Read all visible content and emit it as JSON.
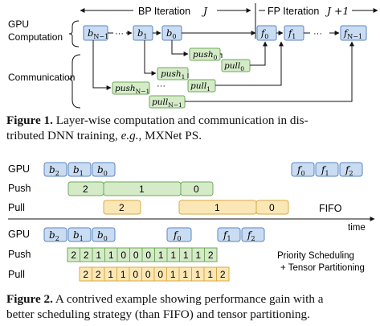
{
  "figure1": {
    "bp_label": "BP Iteration",
    "bp_var": "J",
    "fp_label": "FP Iteration",
    "fp_var": "J +1",
    "row_gpu": [
      "GPU",
      "Computation"
    ],
    "row_comm": "Communication",
    "dots": "···",
    "b_blocks": [
      "b_{N−1}",
      "b_1",
      "b_0"
    ],
    "f_blocks": [
      "f_0",
      "f_1",
      "f_{N−1}"
    ],
    "push_blocks": [
      "push_0",
      "push_1",
      "push_{N−1}"
    ],
    "pull_blocks": [
      "pull_0",
      "pull_1",
      "pull_{N−1}"
    ],
    "colors": {
      "compute": "#c9dcf2",
      "compute_stroke": "#5a86c0",
      "comm": "#d5ebc8",
      "comm_stroke": "#6ea85a"
    }
  },
  "caption1": {
    "label": "Figure 1.",
    "text_a": "Layer-wise computation and communication in dis-",
    "text_b": "tributed DNN training, ",
    "text_eg": "e.g.",
    "text_c": ", MXNet PS."
  },
  "figure2": {
    "top": {
      "rows": [
        "GPU",
        "Push",
        "Pull"
      ],
      "gpu_left": [
        "b_2",
        "b_1",
        "b_0"
      ],
      "gpu_right": [
        "f_0",
        "f_1",
        "f_2"
      ],
      "push": [
        "2",
        "1",
        "0"
      ],
      "pull": [
        "2",
        "1",
        "0"
      ],
      "label": "FIFO"
    },
    "axis_label": "time",
    "bottom": {
      "rows": [
        "GPU",
        "Push",
        "Pull"
      ],
      "gpu_left": [
        "b_2",
        "b_1",
        "b_0"
      ],
      "gpu_f0": "f_0",
      "gpu_right": [
        "f_1",
        "f_2"
      ],
      "push_seq": [
        "2",
        "2",
        "1",
        "1",
        "0",
        "0",
        "0",
        "1",
        "1",
        "1",
        "1",
        "2"
      ],
      "pull_seq": [
        "2",
        "2",
        "1",
        "1",
        "0",
        "0",
        "0",
        "1",
        "1",
        "1",
        "1",
        "2"
      ],
      "label_a": "Priority Scheduling",
      "label_b": "+ Tensor Partitioning"
    },
    "colors": {
      "gpu": "#c9dcf2",
      "gpu_stroke": "#5a86c0",
      "push": "#d5ebc8",
      "push_stroke": "#6ea85a",
      "pull": "#fbe7b5",
      "pull_stroke": "#d9a944"
    }
  },
  "caption2": {
    "label": "Figure 2.",
    "text_a": "A contrived example showing performance gain with a",
    "text_b": "better scheduling strategy (than FIFO) and tensor partitioning."
  }
}
